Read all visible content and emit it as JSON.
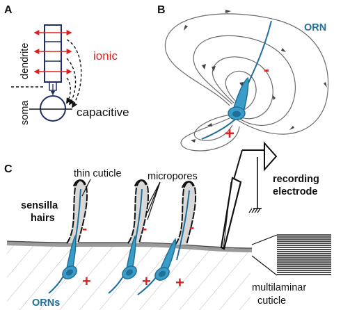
{
  "colors": {
    "neuron_blue": "#1f6f96",
    "neuron_fill": "#3a9cc8",
    "dark_navy": "#1c2f6b",
    "ionic_red": "#e02020",
    "field_gray": "#6b6b6b",
    "cuticle_gray": "#9a9a9a",
    "hatch_gray": "#b8b8b8"
  },
  "panel_a": {
    "letter": "A",
    "label_dendrite": "dendrite",
    "label_soma": "soma",
    "label_ionic": "ionic",
    "label_capacitive": "capacitive"
  },
  "panel_b": {
    "letter": "B",
    "label_orn": "ORN",
    "sign_minus": "-",
    "sign_plus": "+"
  },
  "panel_c": {
    "letter": "C",
    "label_thin_cuticle": "thin cuticle",
    "label_micropores": "micropores",
    "label_sensilla_line1": "sensilla",
    "label_sensilla_line2": "hairs",
    "label_recording_line1": "recording",
    "label_recording_line2": "electrode",
    "label_orns": "ORNs",
    "label_multilaminar_line1": "multilaminar",
    "label_multilaminar_line2": "cuticle",
    "sign_minus": "-",
    "sign_plus": "+"
  }
}
